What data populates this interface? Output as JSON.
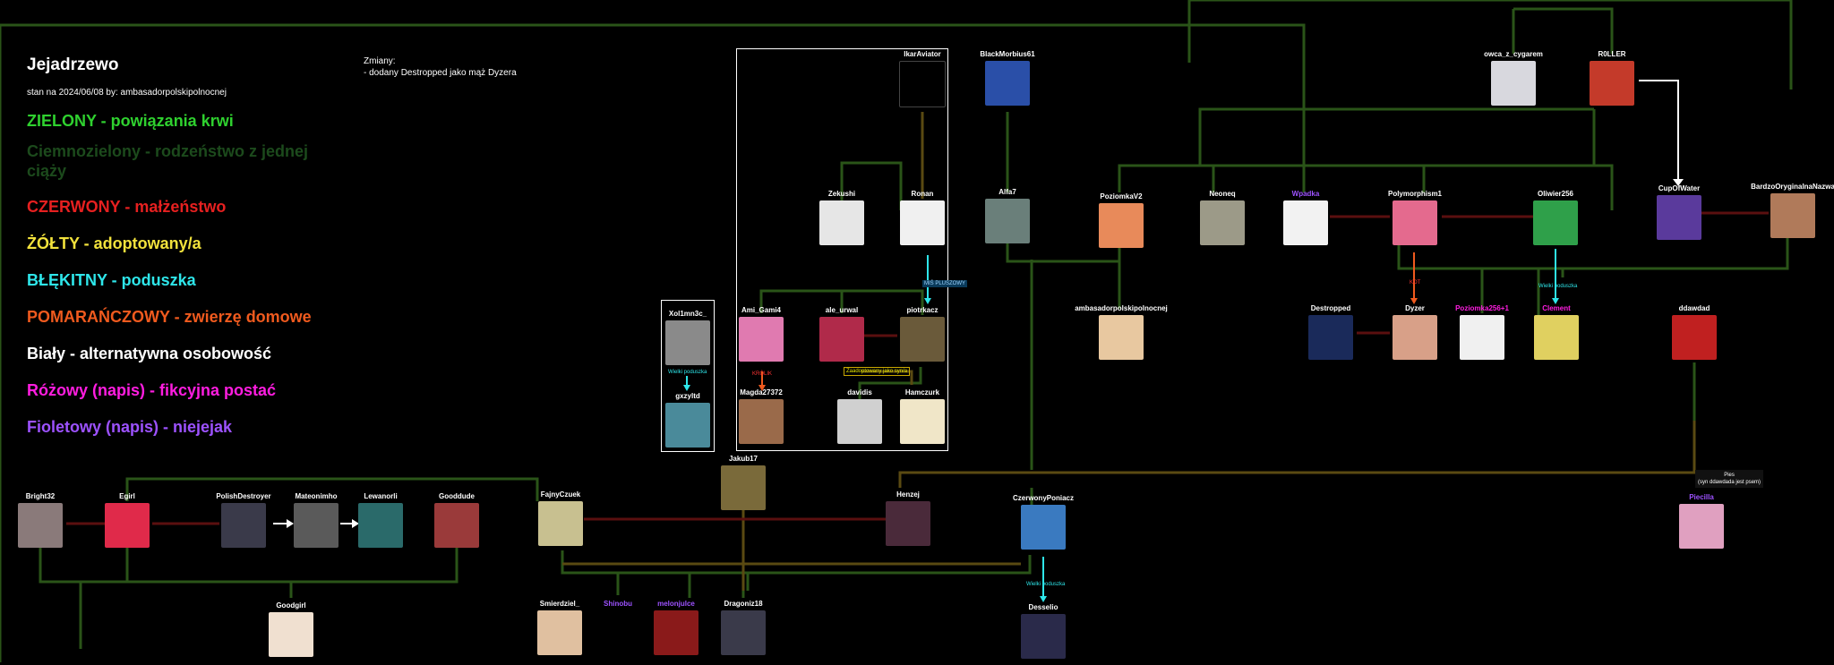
{
  "header": {
    "title": "Jejadrzewo",
    "subtitle": "stan na 2024/06/08 by: ambasadorpolskipolnocnej"
  },
  "legend": [
    {
      "text": "ZIELONY - powiązania krwi",
      "color": "#2fd12f"
    },
    {
      "text": "Ciemnozielony - rodzeństwo z jednej ciąży",
      "color": "#1c4a1c"
    },
    {
      "text": "CZERWONY - małżeństwo",
      "color": "#e62020"
    },
    {
      "text": "ŻÓŁTY - adoptowany/a",
      "color": "#f2e23c"
    },
    {
      "text": "BŁĘKITNY - poduszka",
      "color": "#2ee6ea"
    },
    {
      "text": "POMARAŃCZOWY - zwierzę domowe",
      "color": "#f05a1e"
    },
    {
      "text": "Biały - alternatywna osobowość",
      "color": "#ffffff"
    },
    {
      "text": "Różowy (napis) - fikcyjna postać",
      "color": "#ff1de0"
    },
    {
      "text": "Fioletowy (napis) - niejejak",
      "color": "#9d52ff"
    }
  ],
  "changes": {
    "heading": "Zmiany:",
    "items": [
      "- dodany Destropped jako mąż Dyzera"
    ]
  },
  "colors": {
    "blood": "#3a6b1e",
    "marriage": "#5a0f0f",
    "adopted": "#6b5a14",
    "pillow": "#2ee6ea",
    "pet": "#f05a1e",
    "alt": "#ffffff"
  },
  "nodes": [
    {
      "id": "ikaraviator",
      "name": "IkarAviator",
      "kind": "normal",
      "av": "#0d0d0d"
    },
    {
      "id": "blackmorbius61",
      "name": "BlackMorbius61",
      "kind": "normal",
      "av": "#2a4fa8"
    },
    {
      "id": "owca_z_cygarem",
      "name": "owca_z_cygarem",
      "kind": "normal",
      "av": "#d8d8de"
    },
    {
      "id": "roller",
      "name": "R0LLER",
      "kind": "normal",
      "av": "#c43a2a"
    },
    {
      "id": "zekushi",
      "name": "Zekushi",
      "kind": "normal",
      "av": "#e6e6e6"
    },
    {
      "id": "ronan",
      "name": "Ronan",
      "kind": "normal",
      "av": "#f0f0f0"
    },
    {
      "id": "alfa7",
      "name": "Alfa7",
      "kind": "normal",
      "av": "#6a7f7a"
    },
    {
      "id": "poziomkav2",
      "name": "PoziomkaV2",
      "kind": "normal",
      "av": "#e88a5a"
    },
    {
      "id": "neoneq",
      "name": "Neoneq",
      "kind": "normal",
      "av": "#9c9a88"
    },
    {
      "id": "wpadka",
      "name": "Wpadka",
      "kind": "niejejak",
      "av": "#f2f2f2"
    },
    {
      "id": "polymorphism1",
      "name": "Polymorphism1",
      "kind": "normal",
      "av": "#e46a8e"
    },
    {
      "id": "oliwier256",
      "name": "Oliwier256",
      "kind": "normal",
      "av": "#2fa04a"
    },
    {
      "id": "cupofwater",
      "name": "CupOfWater",
      "kind": "normal",
      "av": "#5a3a9c"
    },
    {
      "id": "bardzooryginalnanazwa",
      "name": "BardzoOryginalnaNazwa",
      "kind": "normal",
      "av": "#b07a5a"
    },
    {
      "id": "xol1mn3c",
      "name": "Xol1mn3c_",
      "kind": "normal",
      "av": "#8a8a8a"
    },
    {
      "id": "gxzyltd",
      "name": "gxzyltd",
      "kind": "normal",
      "av": "#4a8a9a"
    },
    {
      "id": "ami_gami4",
      "name": "Ami_Gami4",
      "kind": "normal",
      "av": "#e07ab0"
    },
    {
      "id": "ale_urwal",
      "name": "ale_urwal",
      "kind": "normal",
      "av": "#b02a4a"
    },
    {
      "id": "piotrkacz",
      "name": "piotrkacz",
      "kind": "normal",
      "av": "#6a5a3a"
    },
    {
      "id": "magda27372",
      "name": "Magda27372",
      "kind": "normal",
      "av": "#9a6a4a"
    },
    {
      "id": "davidis",
      "name": "davidis",
      "kind": "normal",
      "av": "#d0d0d0"
    },
    {
      "id": "hamczurk",
      "name": "Hamczurk",
      "kind": "normal",
      "av": "#f0e6c8"
    },
    {
      "id": "ambasadorpolskipolnocnej",
      "name": "ambasadorpolskipolnocnej",
      "kind": "normal",
      "av": "#e8c8a0"
    },
    {
      "id": "destropped",
      "name": "Destropped",
      "kind": "normal",
      "av": "#1a2a5a"
    },
    {
      "id": "dyzer",
      "name": "Dyzer",
      "kind": "normal",
      "av": "#d8a088"
    },
    {
      "id": "poziomka256_1",
      "name": "Poziomka256+1",
      "kind": "fictional",
      "av": "#f0f0f0"
    },
    {
      "id": "clement",
      "name": "Clement",
      "kind": "fictional",
      "av": "#e0d060"
    },
    {
      "id": "ddawdad",
      "name": "ddawdad",
      "kind": "normal",
      "av": "#c02020"
    },
    {
      "id": "jakub17",
      "name": "Jakub17",
      "kind": "normal",
      "av": "#7a6a3a"
    },
    {
      "id": "bright32",
      "name": "Bright32",
      "kind": "normal",
      "av": "#8a7a7a"
    },
    {
      "id": "egirl",
      "name": "Egirl",
      "kind": "normal",
      "av": "#e02a4a"
    },
    {
      "id": "polishdestroyer",
      "name": "PolishDestroyer",
      "kind": "normal",
      "av": "#3a3a4a"
    },
    {
      "id": "mateonimho",
      "name": "Mateonimho",
      "kind": "normal",
      "av": "#5a5a5a"
    },
    {
      "id": "lewanorli",
      "name": "Lewanorli",
      "kind": "normal",
      "av": "#2a6a6a"
    },
    {
      "id": "gooddude",
      "name": "Gooddude",
      "kind": "normal",
      "av": "#9a3a3a"
    },
    {
      "id": "fajnyczuek",
      "name": "FajnyCzuek",
      "kind": "normal",
      "av": "#c8c090"
    },
    {
      "id": "henzej",
      "name": "Henzej",
      "kind": "normal",
      "av": "#4a2a3a"
    },
    {
      "id": "czerwonyponiacz",
      "name": "CzerwonyPoniacz",
      "kind": "normal",
      "av": "#3a7ac0"
    },
    {
      "id": "piecilla",
      "name": "Piecilla",
      "kind": "niejejak",
      "av": "#e0a0c0"
    },
    {
      "id": "goodgirl",
      "name": "Goodgirl",
      "kind": "normal",
      "av": "#f0e0d0"
    },
    {
      "id": "smierdziel",
      "name": "Smierdziel_",
      "kind": "normal",
      "av": "#e0c0a0"
    },
    {
      "id": "shinobu",
      "name": "Shinobu",
      "kind": "niejejak",
      "av": null
    },
    {
      "id": "melonjulce",
      "name": "melonjulce",
      "kind": "niejejak",
      "av": "#8a1a1a"
    },
    {
      "id": "dragoniz18",
      "name": "Dragoniz18",
      "kind": "normal",
      "av": "#3a3a4a"
    },
    {
      "id": "desselio",
      "name": "Desselio",
      "kind": "normal",
      "av": "#2a2a4a"
    }
  ],
  "tags": [
    {
      "id": "ronan_piotrkacz",
      "text": "MIŚ PLUSZOWY",
      "style": "blue"
    },
    {
      "id": "xol_gx",
      "text": "Wielki poduszka",
      "style": "cyan"
    },
    {
      "id": "ami_magda",
      "text": "KRÓLIK",
      "style": "red"
    },
    {
      "id": "adopt",
      "text": "Zaadoptowany jako syn/a",
      "style": "yellowbox"
    },
    {
      "id": "poly_dyzer",
      "text": "KOT",
      "style": "red"
    },
    {
      "id": "oli_clement",
      "text": "Wielki poduszka",
      "style": "cyan"
    },
    {
      "id": "czer_dess",
      "text": "Wielki poduszka",
      "style": "cyan"
    }
  ],
  "notes": [
    {
      "id": "pies",
      "lines": [
        "Pies",
        "(syn ddawdada jest psem)"
      ]
    }
  ]
}
